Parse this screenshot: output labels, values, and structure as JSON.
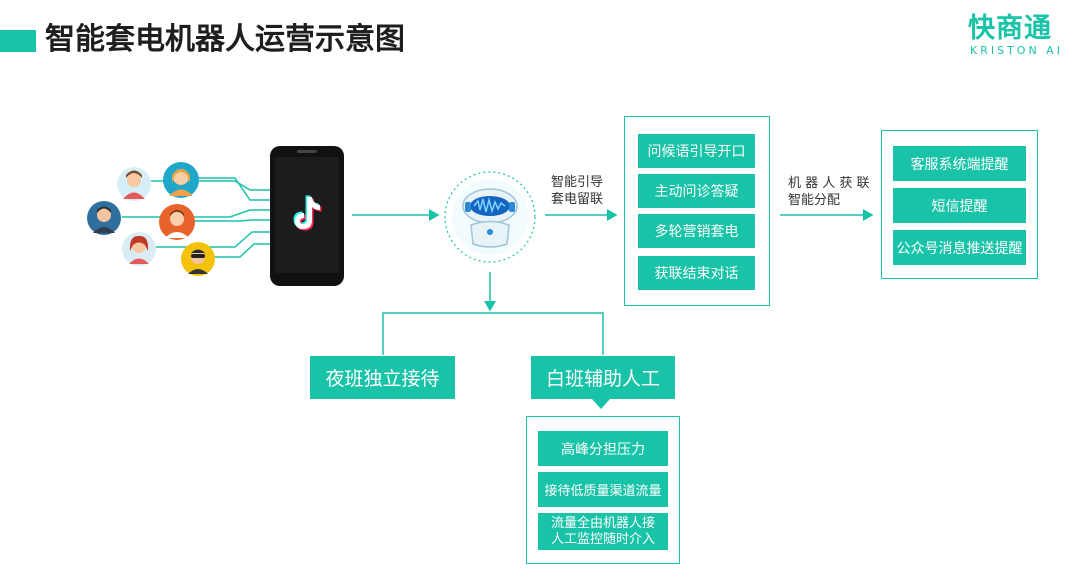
{
  "header": {
    "title": "智能套电机器人运营示意图",
    "logo_cn": "快商通",
    "logo_en": "KRISTON AI"
  },
  "flow": {
    "label_guide_line1": "智能引导",
    "label_guide_line2": "套电留联",
    "label_assign_line1": "机 器 人 获 联",
    "label_assign_line2": "智能分配"
  },
  "robot_functions": [
    "问候语引导开口",
    "主动问诊答疑",
    "多轮营销套电",
    "获联结束对话"
  ],
  "notifications": [
    "客服系统端提醒",
    "短信提醒",
    "公众号消息推送提醒"
  ],
  "modes": {
    "night": "夜班独立接待",
    "day": "白班辅助人工"
  },
  "day_details": [
    "高峰分担压力",
    "接待低质量渠道流量",
    "流量全由机器人接\n人工监控随时介入"
  ],
  "colors": {
    "accent": "#19c3a8",
    "text": "#222222"
  },
  "icons": {
    "app": "tiktok-icon",
    "robot": "robot-icon",
    "users": "user-avatar-icon"
  }
}
